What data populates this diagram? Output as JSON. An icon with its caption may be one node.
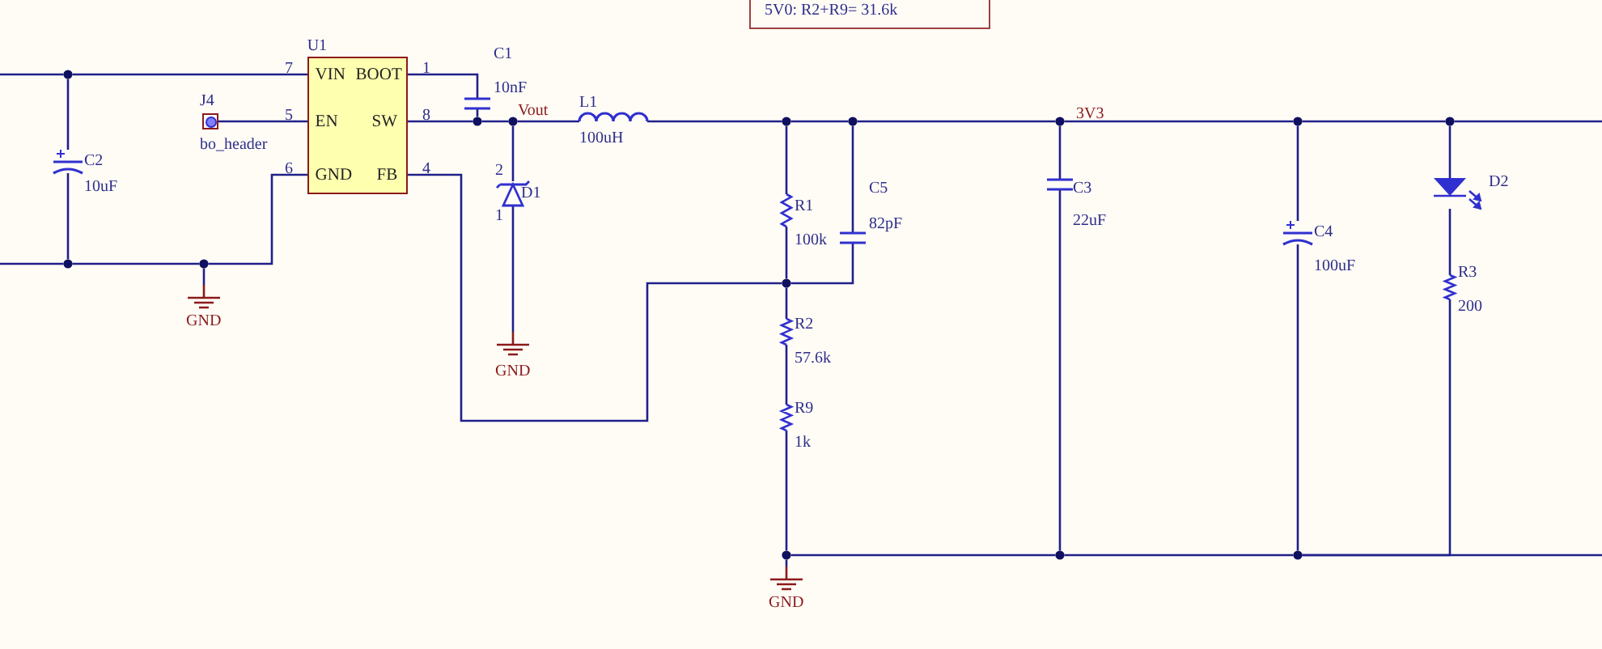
{
  "diagram": {
    "nodes": [
      {
        "text": [
          "5V0: R2+R9= 31.6k"
        ]
      },
      {
        "text": [],
        "shape": "capacitor",
        "beside": [
          "C2",
          "10uF"
        ]
      },
      {
        "text": [
          "J4",
          "bo_header"
        ]
      },
      {
        "text": [
          "U1",
          "VIN",
          "BOOT",
          "EN",
          "SW",
          "GND",
          "FB"
        ],
        "beside": [
          "7",
          "1",
          "5",
          "8",
          "6",
          "4"
        ]
      },
      {
        "text": [],
        "shape": "capacitor",
        "beside": [
          "C1",
          "10nF"
        ]
      },
      {
        "text": [],
        "shape": "diode",
        "beside": [
          "2",
          "D1",
          "1"
        ]
      },
      {
        "text": [],
        "shape": "inductor",
        "beside": [
          "L1",
          "100uH"
        ]
      },
      {
        "text": [],
        "shape": "resistor",
        "beside": [
          "R1",
          "100k"
        ]
      },
      {
        "text": [],
        "shape": "capacitor",
        "beside": [
          "C5",
          "82pF"
        ]
      },
      {
        "text": [],
        "shape": "capacitor",
        "beside": [
          "C3",
          "22uF"
        ]
      },
      {
        "text": [],
        "shape": "capacitor",
        "beside": [
          "C4",
          "100uF"
        ]
      },
      {
        "text": [],
        "shape": "diode",
        "beside": [
          "D2"
        ]
      },
      {
        "text": [],
        "shape": "resistor",
        "beside": [
          "R3",
          "200"
        ]
      },
      {
        "text": [],
        "shape": "ground",
        "beside": [
          "GND"
        ]
      },
      {
        "text": [],
        "shape": "ground",
        "beside": [
          "GND"
        ]
      },
      {
        "text": [],
        "shape": "resistor",
        "beside": [
          "R2",
          "57.6k"
        ]
      },
      {
        "text": [],
        "shape": "resistor",
        "beside": [
          "R9",
          "1k"
        ]
      },
      {
        "text": [],
        "shape": "ground",
        "beside": [
          "GND"
        ]
      },
      {
        "text": [],
        "shape": "circle"
      },
      {
        "text": [],
        "shape": "circle"
      },
      {
        "text": [],
        "shape": "circle"
      },
      {
        "text": [],
        "shape": "circle"
      },
      {
        "text": [],
        "shape": "circle"
      },
      {
        "text": [],
        "shape": "circle"
      },
      {
        "text": [],
        "shape": "circle"
      },
      {
        "text": [],
        "shape": "circle"
      },
      {
        "text": [],
        "shape": "circle"
      },
      {
        "text": [],
        "shape": "circle"
      },
      {
        "text": [],
        "shape": "circle"
      },
      {
        "text": [],
        "shape": "circle"
      },
      {
        "text": [],
        "shape": "circle"
      },
      {
        "text": [],
        "shape": "circle"
      }
    ],
    "edges": [
      {
        "from": null,
        "to": 18,
        "arrow": "none"
      },
      {
        "from": 18,
        "to": 3,
        "arrow": "none"
      },
      {
        "from": 18,
        "to": 1,
        "arrow": "none"
      },
      {
        "from": 1,
        "to": 19,
        "arrow": "none"
      },
      {
        "from": null,
        "to": 19,
        "arrow": "none"
      },
      {
        "from": 19,
        "to": 20,
        "arrow": "none"
      },
      {
        "from": 20,
        "to": 3,
        "arrow": "none"
      },
      {
        "from": 20,
        "to": 13,
        "arrow": "none"
      },
      {
        "from": 2,
        "to": 3,
        "arrow": "none"
      },
      {
        "from": 3,
        "to": 4,
        "arrow": "none"
      },
      {
        "from": 4,
        "to": 21,
        "arrow": "none"
      },
      {
        "from": 3,
        "to": 21,
        "arrow": "none"
      },
      {
        "from": 21,
        "to": 22,
        "arrow": "none"
      },
      {
        "from": 22,
        "to": 6,
        "arrow": "none"
      },
      {
        "from": 22,
        "to": 5,
        "arrow": "none"
      },
      {
        "from": 5,
        "to": 14,
        "arrow": "none"
      },
      {
        "from": 6,
        "to": 23,
        "arrow": "none"
      },
      {
        "from": 23,
        "to": 24,
        "arrow": "none"
      },
      {
        "from": 24,
        "to": 25,
        "arrow": "none"
      },
      {
        "from": 25,
        "to": 26,
        "arrow": "none"
      },
      {
        "from": 26,
        "to": 27,
        "arrow": "none"
      },
      {
        "from": 27,
        "to": null,
        "arrow": "none"
      },
      {
        "from": 23,
        "to": 7,
        "arrow": "none"
      },
      {
        "from": 7,
        "to": 28,
        "arrow": "none"
      },
      {
        "from": 24,
        "to": 8,
        "arrow": "none"
      },
      {
        "from": 8,
        "to": 28,
        "arrow": "none"
      },
      {
        "from": 3,
        "to": 28,
        "arrow": "none"
      },
      {
        "from": 28,
        "to": 15,
        "arrow": "none"
      },
      {
        "from": 15,
        "to": 16,
        "arrow": "none"
      },
      {
        "from": 16,
        "to": 29,
        "arrow": "none"
      },
      {
        "from": 29,
        "to": 17,
        "arrow": "none"
      },
      {
        "from": 29,
        "to": 30,
        "arrow": "none"
      },
      {
        "from": 30,
        "to": 31,
        "arrow": "none"
      },
      {
        "from": 31,
        "to": 12,
        "arrow": "none"
      },
      {
        "from": 31,
        "to": null,
        "arrow": "none"
      },
      {
        "from": 25,
        "to": 9,
        "arrow": "none"
      },
      {
        "from": 9,
        "to": 30,
        "arrow": "none"
      },
      {
        "from": 26,
        "to": 10,
        "arrow": "none"
      },
      {
        "from": 10,
        "to": 31,
        "arrow": "none"
      },
      {
        "from": 27,
        "to": 11,
        "arrow": "none"
      },
      {
        "from": 11,
        "to": 12,
        "arrow": "none"
      }
    ],
    "labels": [
      "Vout",
      "3V3"
    ]
  }
}
